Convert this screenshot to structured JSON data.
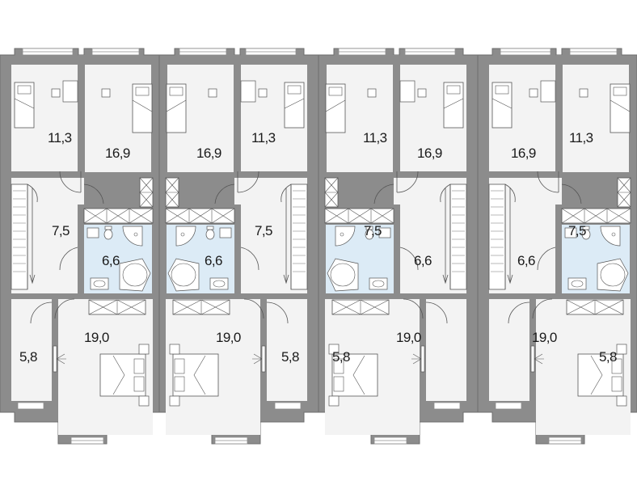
{
  "floor_plan": {
    "units": [
      {
        "id": "unit-1",
        "rooms": {
          "bedroom_small": "11,3",
          "bedroom_large": "16,9",
          "hall": "7,5",
          "bathroom": "6,6",
          "master_bedroom": "19,0",
          "closet": "5,8"
        }
      },
      {
        "id": "unit-2",
        "rooms": {
          "bedroom_small": "11,3",
          "bedroom_large": "16,9",
          "hall": "7,5",
          "bathroom": "6,6",
          "master_bedroom": "19,0",
          "closet": "5,8"
        }
      },
      {
        "id": "unit-3",
        "rooms": {
          "bedroom_small": "11,3",
          "bedroom_large": "16,9",
          "hall": "7,5",
          "bathroom": "6,6",
          "master_bedroom": "19,0",
          "closet": "5,8"
        }
      },
      {
        "id": "unit-4",
        "rooms": {
          "bedroom_small": "11,3",
          "bedroom_large": "16,9",
          "hall": "7,5",
          "bathroom": "6,6",
          "master_bedroom": "19,0",
          "closet": "5,8"
        }
      }
    ],
    "colors": {
      "wall": "#8c8c8c",
      "wall_edge": "#6e6e6e",
      "floor": "#f3f3f3",
      "bathroom_floor": "#dcebf6",
      "line": "#555555",
      "background": "#ffffff"
    }
  }
}
